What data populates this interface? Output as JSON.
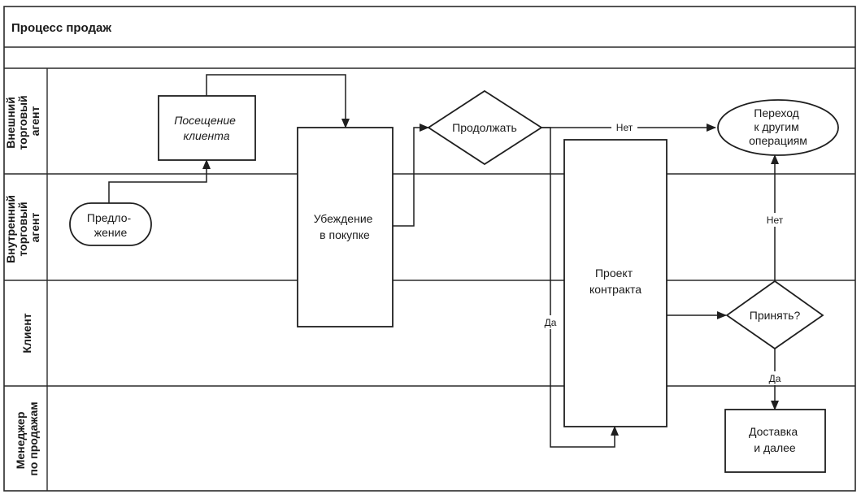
{
  "title": "Процесс продаж",
  "lanes": [
    {
      "id": "external",
      "lines": [
        "Внешний",
        "торговый",
        "агент"
      ]
    },
    {
      "id": "internal",
      "lines": [
        "Внутренний",
        "торговый",
        "агент"
      ]
    },
    {
      "id": "client",
      "lines": [
        "Клиент"
      ]
    },
    {
      "id": "manager",
      "lines": [
        "Менеджер",
        "по продажам"
      ]
    }
  ],
  "nodes": {
    "offer": {
      "shape": "terminator",
      "lines": [
        "Предло-",
        "жение"
      ]
    },
    "visit": {
      "shape": "process",
      "lines": [
        "Посещение",
        "клиента"
      ]
    },
    "persuade": {
      "shape": "process",
      "lines": [
        "Убеждение",
        "в покупке"
      ]
    },
    "continue": {
      "shape": "decision",
      "lines": [
        "Продолжать"
      ]
    },
    "draft": {
      "shape": "process",
      "lines": [
        "Проект",
        "контракта"
      ]
    },
    "switch": {
      "shape": "terminator",
      "lines": [
        "Переход",
        "к другим",
        "операциям"
      ]
    },
    "accept": {
      "shape": "decision",
      "lines": [
        "Принять?"
      ]
    },
    "delivery": {
      "shape": "process",
      "lines": [
        "Доставка",
        "и далее"
      ]
    }
  },
  "edges": {
    "continue_no": "Нет",
    "continue_yes": "Да",
    "accept_no": "Нет",
    "accept_yes": "Да"
  }
}
